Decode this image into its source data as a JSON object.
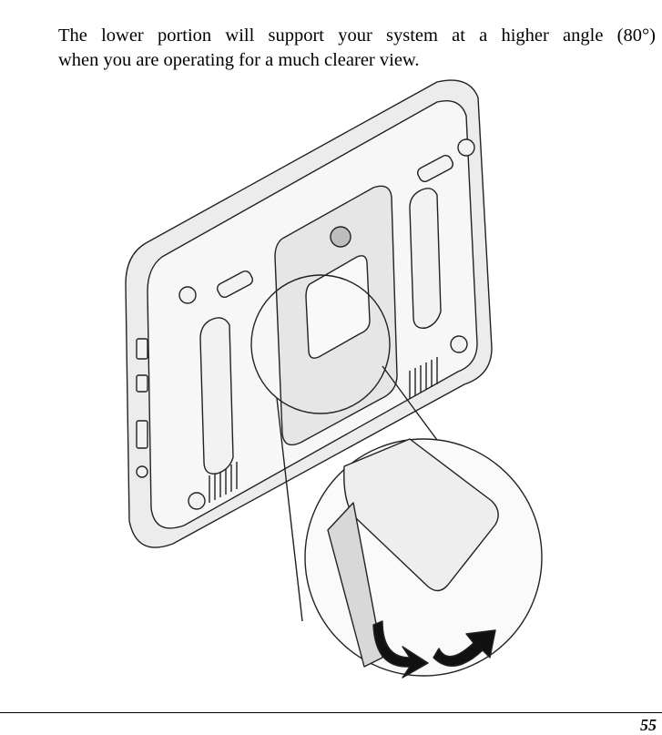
{
  "body": {
    "line1": "The lower portion will support your system at a higher angle (80°)",
    "line2": "when you are operating for a much clearer view."
  },
  "figure": {
    "description_icon": "tablet-back-stand-icon"
  },
  "footer": {
    "page_number": "55"
  }
}
